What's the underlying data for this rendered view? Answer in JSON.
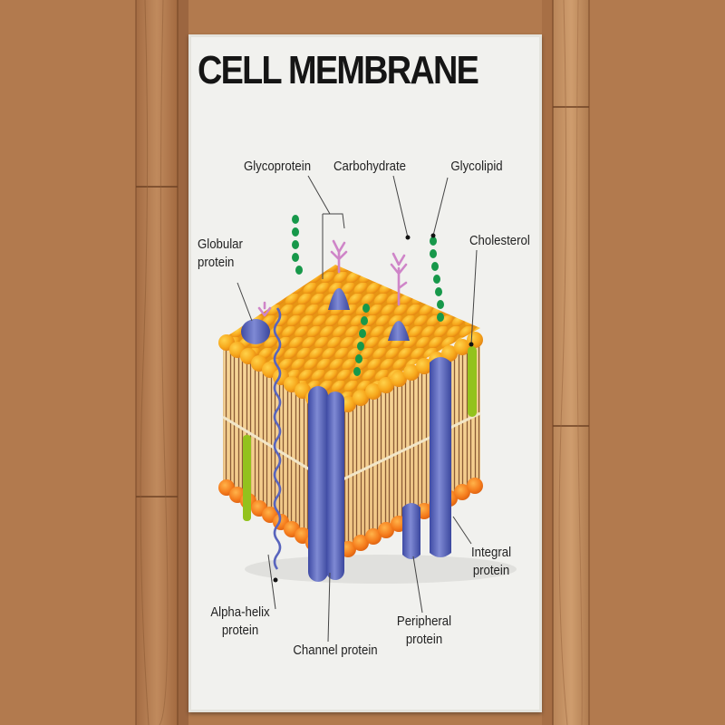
{
  "title": "CELL MEMBRANE",
  "labels": {
    "glycoprotein": "Glycoprotein",
    "carbohydrate": "Carbohydrate",
    "glycolipid": "Glycolipid",
    "globular_protein": "Globular\nprotein",
    "cholesterol": "Cholesterol",
    "integral_protein": "Integral\nprotein",
    "alpha_helix_protein": "Alpha-helix\nprotein",
    "channel_protein": "Channel protein",
    "peripheral_protein": "Peripheral\nprotein"
  },
  "colors": {
    "floor_wood": "#b27a4e",
    "rug_background": "#f1f1ee",
    "phospholipid_head": "#f7a81c",
    "phospholipid_head_dark": "#f06d16",
    "lipid_tail": "#8a5a35",
    "protein": "#6e79c6",
    "glycolipid_chain": "#17984a",
    "carbohydrate_chain": "#cf85c8",
    "cholesterol": "#93c21d"
  }
}
